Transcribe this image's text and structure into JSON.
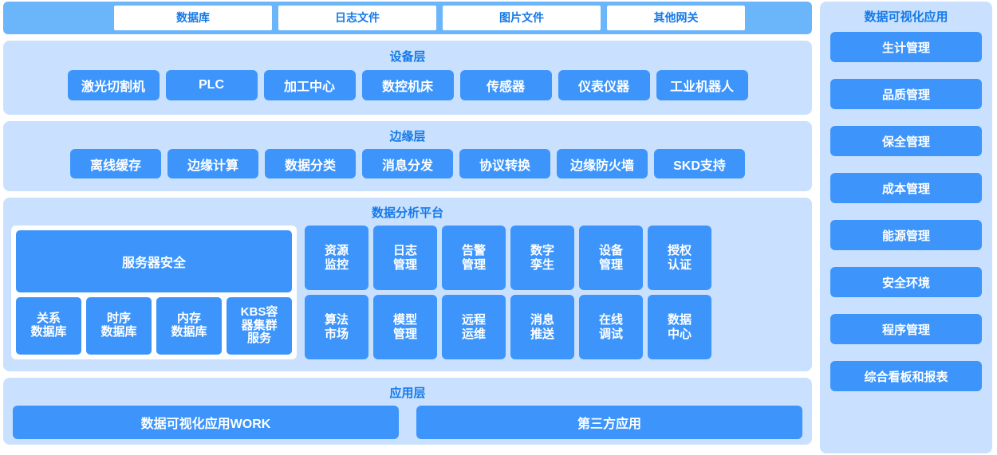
{
  "gateway_bar": {
    "items": [
      "数据库",
      "日志文件",
      "图片文件",
      "其他网关"
    ]
  },
  "device_layer": {
    "title": "设备层",
    "items": [
      "激光切割机",
      "PLC",
      "加工中心",
      "数控机床",
      "传感器",
      "仪表仪器",
      "工业机器人"
    ]
  },
  "edge_layer": {
    "title": "边缘层",
    "items": [
      "离线缓存",
      "边缘计算",
      "数据分类",
      "消息分发",
      "协议转换",
      "边缘防火墙",
      "SKD支持"
    ]
  },
  "platform_layer": {
    "title": "数据分析平台",
    "server_security": "服务器安全",
    "databases": [
      {
        "line1": "关系",
        "line2": "数据库",
        "line3": ""
      },
      {
        "line1": "时序",
        "line2": "数据库",
        "line3": ""
      },
      {
        "line1": "内存",
        "line2": "数据库",
        "line3": ""
      },
      {
        "line1": "KBS容",
        "line2": "器集群",
        "line3": "服务"
      }
    ],
    "functions": [
      {
        "line1": "资源",
        "line2": "监控"
      },
      {
        "line1": "日志",
        "line2": "管理"
      },
      {
        "line1": "告警",
        "line2": "管理"
      },
      {
        "line1": "数字",
        "line2": "孪生"
      },
      {
        "line1": "设备",
        "line2": "管理"
      },
      {
        "line1": "授权",
        "line2": "认证"
      },
      {
        "line1": "算法",
        "line2": "市场"
      },
      {
        "line1": "模型",
        "line2": "管理"
      },
      {
        "line1": "远程",
        "line2": "运维"
      },
      {
        "line1": "消息",
        "line2": "推送"
      },
      {
        "line1": "在线",
        "line2": "调试"
      },
      {
        "line1": "数据",
        "line2": "中心"
      }
    ]
  },
  "app_layer": {
    "title": "应用层",
    "items": [
      "数据可视化应用WORK",
      "第三方应用"
    ]
  },
  "sidebar": {
    "title": "数据可视化应用",
    "items": [
      "生计管理",
      "品质管理",
      "保全管理",
      "成本管理",
      "能源管理",
      "安全环境",
      "程序管理",
      "综合看板和报表"
    ]
  },
  "colors": {
    "bar_blue": "#6BB5FB",
    "panel_blue": "#C9E1FF",
    "tile_blue": "#3D95FB",
    "title_blue": "#1579E8",
    "white": "#FFFFFF"
  }
}
